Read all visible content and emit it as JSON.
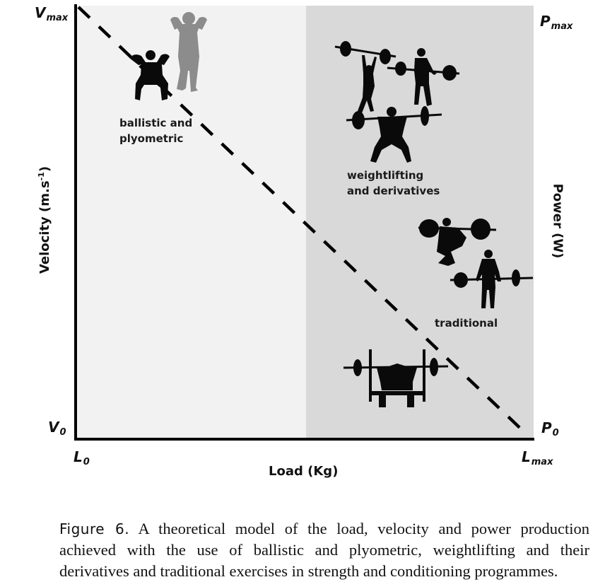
{
  "figure": {
    "regions": {
      "left_fill": "#f2f2f2",
      "right_fill": "#d9d9d9"
    },
    "axes": {
      "y_top_symbol": "V",
      "y_top_sub": "max",
      "y_bottom_symbol": "V",
      "y_bottom_sub": "0",
      "x_left_symbol": "L",
      "x_left_sub": "0",
      "x_right_symbol": "L",
      "x_right_sub": "max",
      "right_top_symbol": "P",
      "right_top_sub": "max",
      "right_bottom_symbol": "P",
      "right_bottom_sub": "0",
      "y_title_prefix": "Velocity (m.s",
      "y_title_sup": "-1",
      "y_title_suffix": ")",
      "right_title": "Power (W)",
      "x_title": "Load (Kg)"
    },
    "groups": [
      {
        "line1": "ballistic and",
        "line2": "plyometric",
        "icons": [
          "squat-jump-figure-icon",
          "standing-jump-figure-icon"
        ]
      },
      {
        "line1": "weightlifting",
        "line2": "and derivatives",
        "icons": [
          "snatch-lifter-icon",
          "clean-pull-lifter-icon",
          "overhead-squat-lifter-icon"
        ]
      },
      {
        "line1": "traditional",
        "line2": "",
        "icons": [
          "back-squat-lifter-icon",
          "deadlift-lifter-icon",
          "bench-press-lifter-icon"
        ]
      }
    ],
    "line_color": "#000000",
    "figure_dark": "#0a0a0a",
    "figure_grey": "#8c8c8c"
  },
  "caption": {
    "label": "Figure 6.",
    "line1": "A theoretical model of the load, velocity and power production",
    "line2": "achieved with the use of ballistic and plyometric, weightlifting and their",
    "line3": "derivatives and traditional exercises in strength and conditioning programmes."
  }
}
